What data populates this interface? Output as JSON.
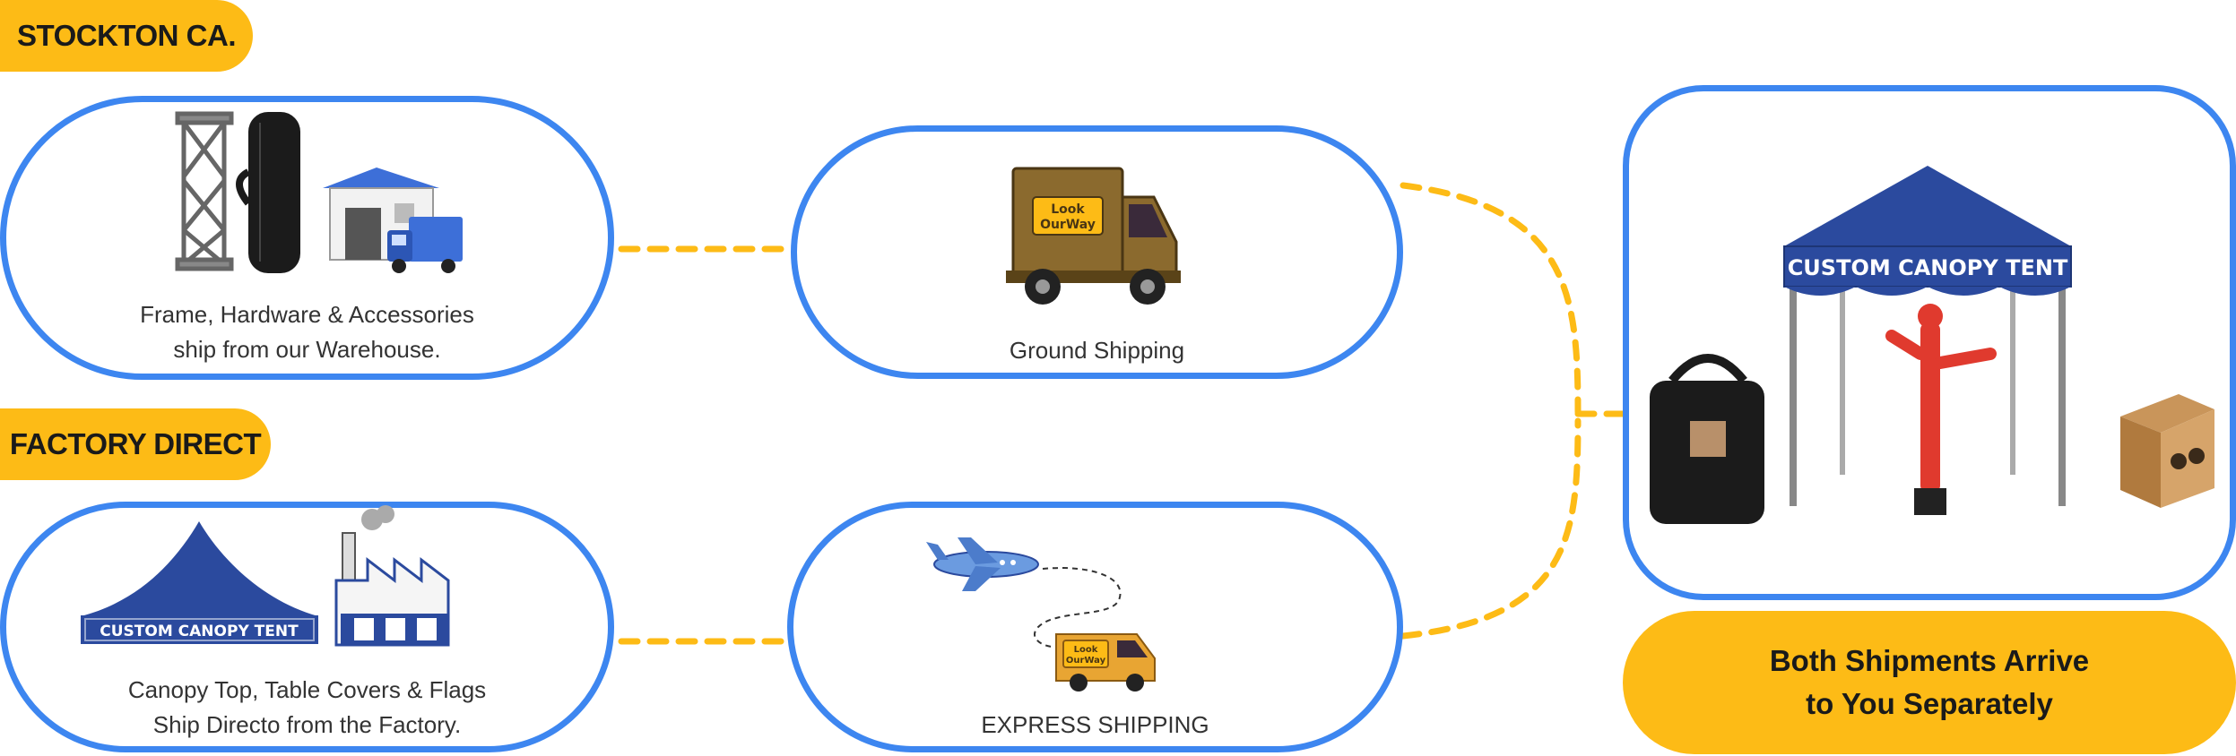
{
  "tags": {
    "stockton": "STOCKTON CA.",
    "factory": "FACTORY DIRECT"
  },
  "warehouse": {
    "line1": "Frame, Hardware & Accessories",
    "line2": "ship from our Warehouse."
  },
  "factory": {
    "line1": "Canopy Top, Table Covers & Flags",
    "line2": "Ship Directo from the Factory.",
    "tent_label": "CUSTOM CANOPY TENT"
  },
  "ground": {
    "caption": "Ground Shipping",
    "truck_label_1": "Look",
    "truck_label_2": "OurWay"
  },
  "express": {
    "caption": "EXPRESS SHIPPING",
    "van_label_1": "Look",
    "van_label_2": "OurWay"
  },
  "destination": {
    "tent_label": "CUSTOM CANOPY TENT",
    "arrive_line1": "Both Shipments Arrive",
    "arrive_line2": "to You Separately"
  },
  "colors": {
    "accent_blue": "#3D86F0",
    "accent_yellow": "#FDBB16",
    "tent_blue": "#2B4A9E"
  }
}
